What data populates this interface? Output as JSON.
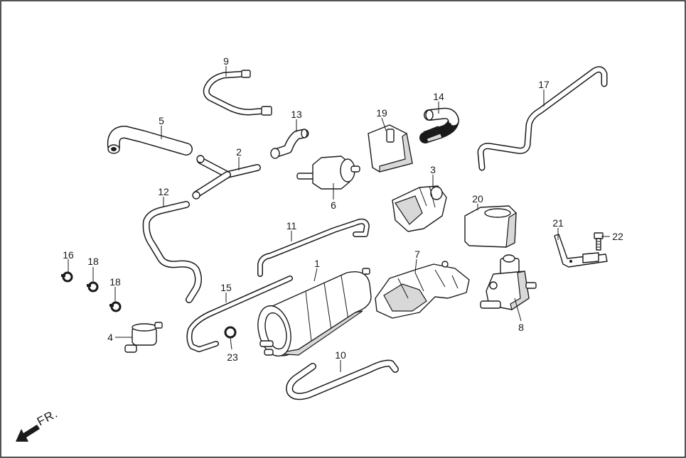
{
  "callouts": {
    "c1": "1",
    "c2": "2",
    "c3": "3",
    "c4": "4",
    "c5": "5",
    "c6": "6",
    "c7": "7",
    "c8": "8",
    "c9": "9",
    "c10": "10",
    "c11": "11",
    "c12": "12",
    "c13": "13",
    "c14": "14",
    "c15": "15",
    "c16": "16",
    "c17": "17",
    "c18a": "18",
    "c18b": "18",
    "c19": "19",
    "c20": "20",
    "c21": "21",
    "c22": "22",
    "c23": "23"
  },
  "direction": {
    "label": "FR."
  }
}
